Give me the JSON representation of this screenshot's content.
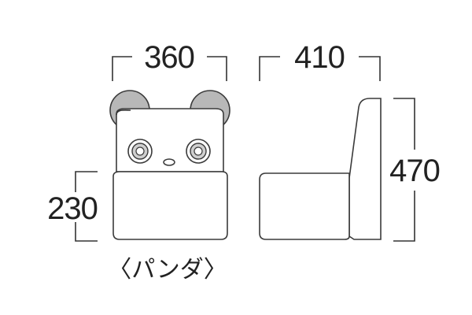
{
  "front_view": {
    "width_label": "360",
    "seat_height_label": "230",
    "caption": "〈パンダ〉"
  },
  "side_view": {
    "depth_label": "410",
    "height_label": "470"
  },
  "colors": {
    "line": "#3a3a3a",
    "ear_fill": "#b8b8b8",
    "background": "#ffffff"
  }
}
